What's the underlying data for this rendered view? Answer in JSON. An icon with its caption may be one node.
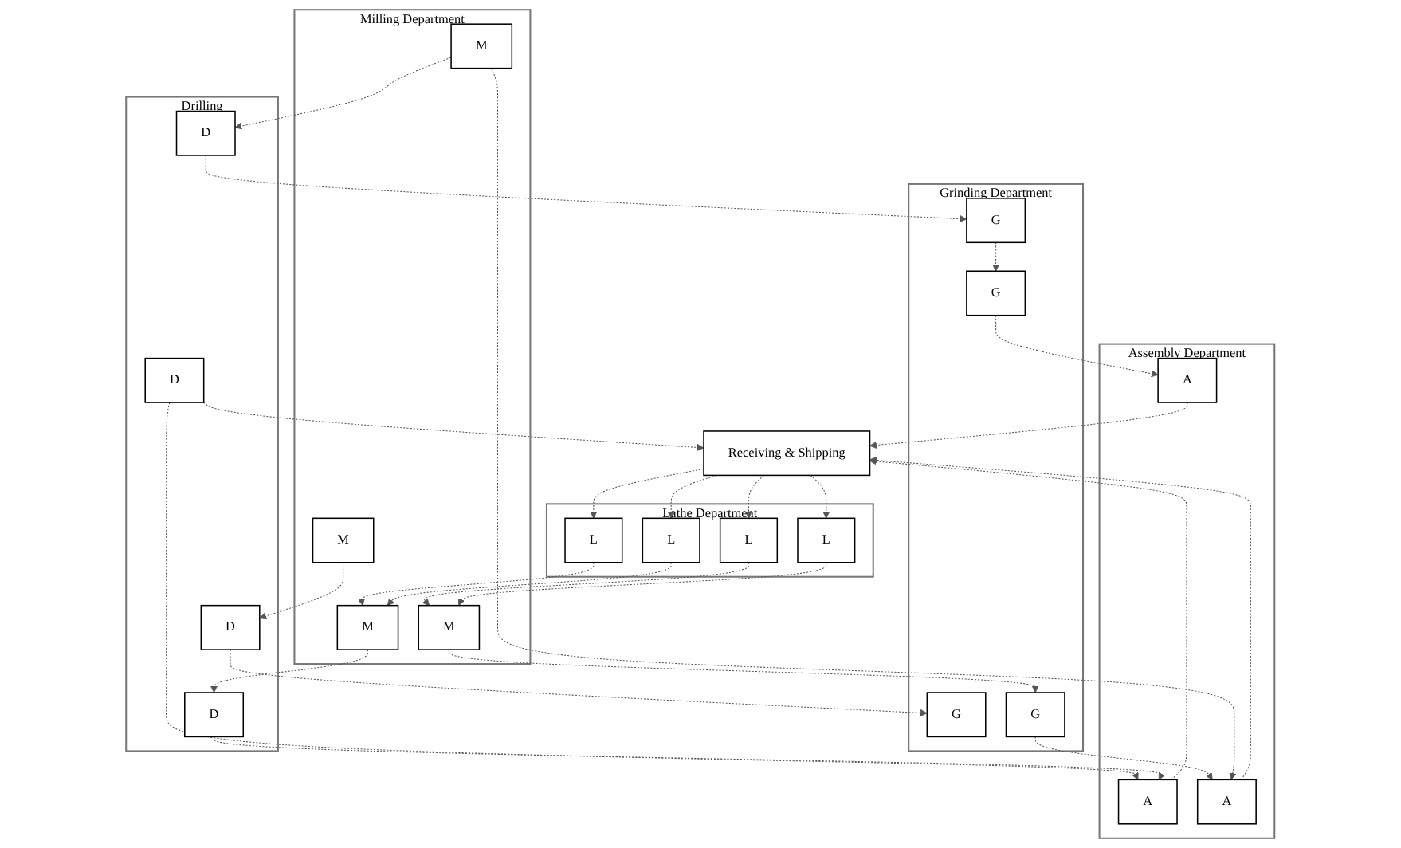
{
  "diagram": {
    "nodes": [
      {
        "text": [
          "Receiving & Shipping"
        ]
      },
      {
        "text": [
          "Assembly Department"
        ]
      },
      {
        "text": [
          "A"
        ],
        "in": 1
      },
      {
        "text": [
          "A"
        ],
        "in": 1
      },
      {
        "text": [
          "A"
        ],
        "in": 1
      },
      {
        "text": [
          "Grinding Department"
        ]
      },
      {
        "text": [
          "G"
        ],
        "in": 5
      },
      {
        "text": [
          "G"
        ],
        "in": 5
      },
      {
        "text": [
          "G"
        ],
        "in": 5
      },
      {
        "text": [
          "G"
        ],
        "in": 5
      },
      {
        "text": [
          "Lathe Department"
        ]
      },
      {
        "text": [
          "L"
        ],
        "in": 10
      },
      {
        "text": [
          "L"
        ],
        "in": 10
      },
      {
        "text": [
          "L"
        ],
        "in": 10
      },
      {
        "text": [
          "L"
        ],
        "in": 10
      },
      {
        "text": [
          "Milling Department"
        ]
      },
      {
        "text": [
          "M"
        ],
        "in": 15
      },
      {
        "text": [
          "M"
        ],
        "in": 15
      },
      {
        "text": [
          "M"
        ],
        "in": 15
      },
      {
        "text": [
          "M"
        ],
        "in": 15
      },
      {
        "text": [
          "Drilling"
        ]
      },
      {
        "text": [
          "D"
        ],
        "in": 20
      },
      {
        "text": [
          "D"
        ],
        "in": 20
      },
      {
        "text": [
          "D"
        ],
        "in": 20
      },
      {
        "text": [
          "D"
        ],
        "in": 20
      }
    ],
    "edges": [
      {
        "from": 0,
        "to": 11,
        "arrow": "to",
        "style": "dashed"
      },
      {
        "from": 0,
        "to": 12,
        "arrow": "to",
        "style": "dashed"
      },
      {
        "from": 0,
        "to": 13,
        "arrow": "to",
        "style": "dashed"
      },
      {
        "from": 0,
        "to": 14,
        "arrow": "to",
        "style": "dashed"
      },
      {
        "from": 2,
        "to": 0,
        "arrow": "to",
        "style": "dashed"
      },
      {
        "from": 3,
        "to": 0,
        "arrow": "to",
        "style": "dashed"
      },
      {
        "from": 4,
        "to": 0,
        "arrow": "to",
        "style": "dashed"
      },
      {
        "from": 21,
        "to": 0,
        "arrow": "to",
        "style": "dashed"
      },
      {
        "from": 6,
        "to": 3,
        "arrow": "to",
        "style": "dashed"
      },
      {
        "from": 8,
        "to": 4,
        "arrow": "to",
        "style": "dashed"
      },
      {
        "from": 17,
        "to": 4,
        "arrow": "to",
        "style": "dashed"
      },
      {
        "from": 21,
        "to": 2,
        "arrow": "to",
        "style": "dashed"
      },
      {
        "from": 22,
        "to": 2,
        "arrow": "to",
        "style": "dashed"
      },
      {
        "from": 9,
        "to": 6,
        "arrow": "to",
        "style": "dashed"
      },
      {
        "from": 23,
        "to": 7,
        "arrow": "to",
        "style": "dashed"
      },
      {
        "from": 24,
        "to": 9,
        "arrow": "to",
        "style": "dashed"
      },
      {
        "from": 18,
        "to": 8,
        "arrow": "to",
        "style": "dashed"
      },
      {
        "from": 11,
        "to": 18,
        "arrow": "to",
        "style": "dashed"
      },
      {
        "from": 12,
        "to": 19,
        "arrow": "to",
        "style": "dashed"
      },
      {
        "from": 13,
        "to": 19,
        "arrow": "to",
        "style": "dashed"
      },
      {
        "from": 14,
        "to": 18,
        "arrow": "to",
        "style": "dashed"
      },
      {
        "from": 16,
        "to": 23,
        "arrow": "to",
        "style": "dashed"
      },
      {
        "from": 17,
        "to": 24,
        "arrow": "to",
        "style": "dashed"
      },
      {
        "from": 19,
        "to": 22,
        "arrow": "to",
        "style": "dashed"
      }
    ]
  }
}
